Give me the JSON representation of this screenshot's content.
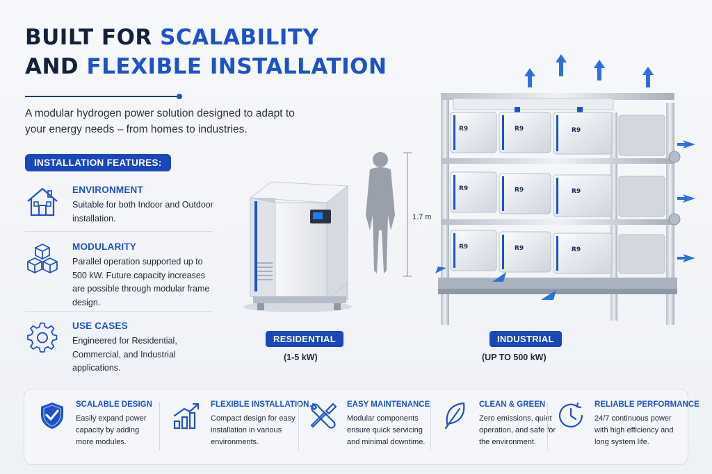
{
  "header": {
    "title_line1_dark": "BUILT FOR ",
    "title_line1_blue": "SCALABILITY",
    "title_line2_dark": "AND ",
    "title_line2_blue": "FLEXIBLE INSTALLATION",
    "subtitle": "A modular hydrogen power solution designed to adapt to your energy needs – from homes to industries."
  },
  "features": {
    "pill": "INSTALLATION FEATURES:",
    "items": [
      {
        "icon": "house-icon",
        "title": "ENVIRONMENT",
        "desc": "Suitable for both Indoor and Outdoor installation."
      },
      {
        "icon": "cubes-icon",
        "title": "MODULARITY",
        "desc": "Parallel operation supported up to 500 kW. Future capacity increases are possible through modular frame design."
      },
      {
        "icon": "gear-icon",
        "title": "USE CASES",
        "desc": "Engineered for Residential, Commercial, and Industrial applications."
      }
    ]
  },
  "scene": {
    "height_label": "1.7 m",
    "module_brand": "R9",
    "residential_label": "RESIDENTIAL",
    "residential_range": "(1-5 kW)",
    "industrial_label": "INDUSTRIAL",
    "industrial_range": "(UP TO 500 kW)"
  },
  "benefits": [
    {
      "icon": "shield-check-icon",
      "title": "SCALABLE DESIGN",
      "desc": "Easily expand power capacity by adding more modules."
    },
    {
      "icon": "growth-chart-icon",
      "title": "FLEXIBLE INSTALLATION",
      "desc": "Compact design for easy installation in various environments."
    },
    {
      "icon": "wrench-screwdriver-icon",
      "title": "EASY MAINTENANCE",
      "desc": "Modular components ensure quick servicing and minimal downtime."
    },
    {
      "icon": "leaf-icon",
      "title": "CLEAN & GREEN",
      "desc": "Zero emissions, quiet operation, and safe for the environment."
    },
    {
      "icon": "clock-icon",
      "title": "RELIABLE PERFORMANCE",
      "desc": "24/7 continuous power with high efficiency and long system life."
    }
  ],
  "colors": {
    "accent": "#1e52c8",
    "pill": "#1b47b8",
    "dark_text": "#14213a"
  }
}
